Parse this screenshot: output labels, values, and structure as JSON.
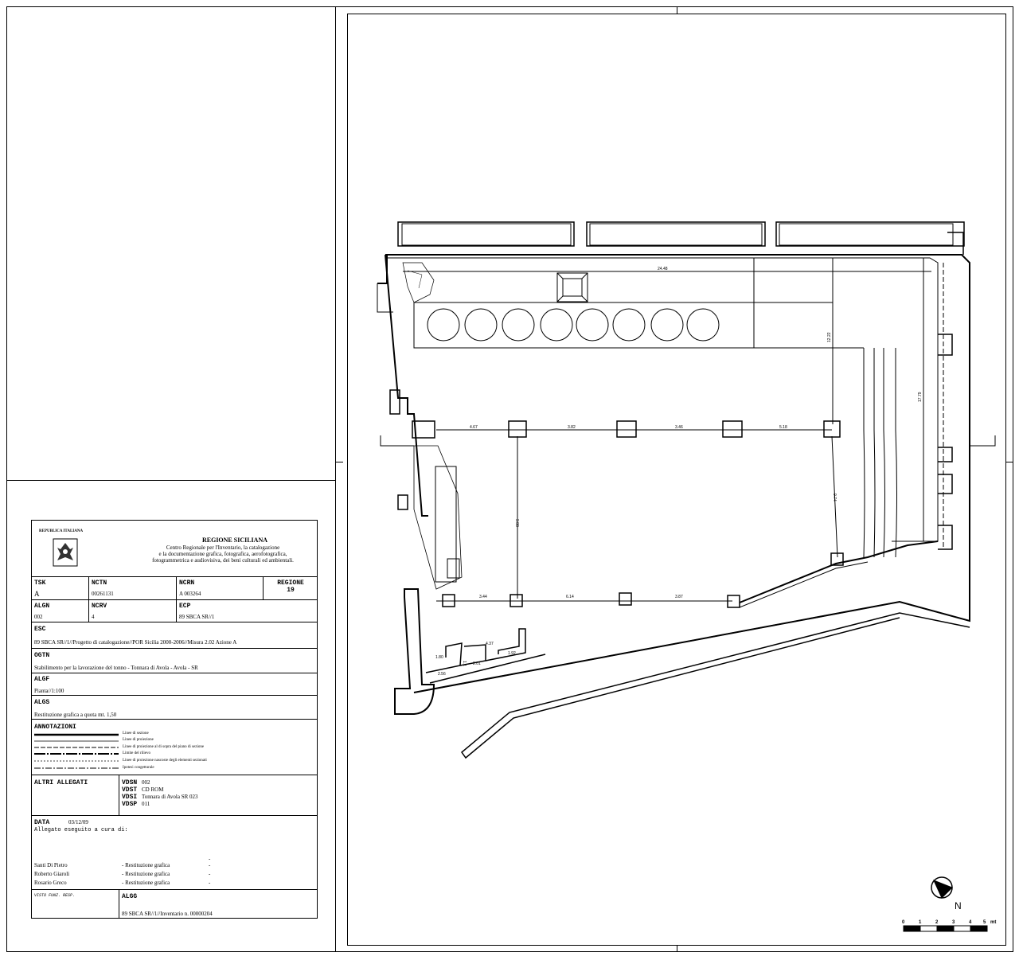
{
  "header": {
    "republic": "REPUBLICA ITALIANA",
    "region_title": "REGIONE SICILIANA",
    "center_lines": [
      "Centro Regionale per l'Inventario, la catalogazione",
      "e la documentazione grafica, fotografica, aerofotografica,",
      "fotogrammetrica e audiovisiva, dei beni culturali ed ambientali."
    ]
  },
  "fields": {
    "tsk": {
      "label": "TSK",
      "value": "A"
    },
    "nctn": {
      "label": "NCTN",
      "value": "00261131"
    },
    "ncrn": {
      "label": "NCRN",
      "value": "A 003264"
    },
    "regione": {
      "label": "REGIONE",
      "value": "19"
    },
    "algn": {
      "label": "ALGN",
      "value": "002"
    },
    "ncrv": {
      "label": "NCRV",
      "value": "4"
    },
    "ecp": {
      "label": "ECP",
      "value": "89 SBCA SR//1"
    },
    "esc": {
      "label": "ESC",
      "value": "89 SBCA SR//1//Progetto di catalogazione//POR Sicilia 2000-2006//Misura 2.02 Azione A"
    },
    "ogtn": {
      "label": "OGTN",
      "value": "Stabilimento per la lavorazione del tonno - Tonnara di Avola - Avola - SR"
    },
    "algf": {
      "label": "ALGF",
      "value": "Pianta//1:100"
    },
    "algs": {
      "label": "ALGS",
      "value": "Restituzione grafica a quota mt. 1,50"
    }
  },
  "annotazioni": {
    "label": "ANNOTAZIONI",
    "legend": [
      "Linee di sezione",
      "Linee di proiezione",
      "Linee di proiezione al di sopra del piano di sezione",
      "Limite del rilievo",
      "Linee di proiezione nascoste degli elementi sezionati",
      "Ipotesi congetturale"
    ]
  },
  "altri_allegati": {
    "label": "ALTRI ALLEGATI",
    "items": [
      {
        "key": "VDSN",
        "value": "002"
      },
      {
        "key": "VDST",
        "value": "CD ROM"
      },
      {
        "key": "VDSI",
        "value": "Tonnara di Avola SR 023"
      },
      {
        "key": "VDSP",
        "value": "011"
      }
    ]
  },
  "data": {
    "label": "DATA",
    "value": "03/12/09",
    "eseguito": "Allegato eseguito a cura di:",
    "dash": "-",
    "people": [
      {
        "name": "Santi Di Pietro",
        "role": "- Restituzione grafica",
        "end": "-"
      },
      {
        "name": "Roberto Giaroli",
        "role": "- Restituzione grafica",
        "end": "-"
      },
      {
        "name": "Rosario Greco",
        "role": "- Restituzione grafica",
        "end": "-"
      }
    ]
  },
  "footer": {
    "visto": "VISTO FUNZ. RESP.",
    "algg_label": "ALGG",
    "algg_value": "89 SBCA SR//1//Inventario n. 00000204"
  },
  "plan": {
    "dimensions": {
      "top_width": "24.48",
      "right_inner": "12.22",
      "right_outer": "17.79",
      "bay_1": "4.67",
      "bay_2": "3.82",
      "bay_3": "3.46",
      "bay_4": "5.18",
      "left_span": "9.88",
      "right_span": "9.74",
      "bottom_1": "3.44",
      "bottom_2": "6.14",
      "bottom_3": "3.87",
      "small_1": "4.37",
      "small_2": "1.92",
      "small_3": "1.80",
      "small_4": "2.01",
      "small_5": "2.56",
      "small_6": "1.1"
    },
    "north_label": "N",
    "scale_ticks": [
      "0",
      "1",
      "2",
      "3",
      "4",
      "5"
    ],
    "scale_unit": "mt"
  }
}
